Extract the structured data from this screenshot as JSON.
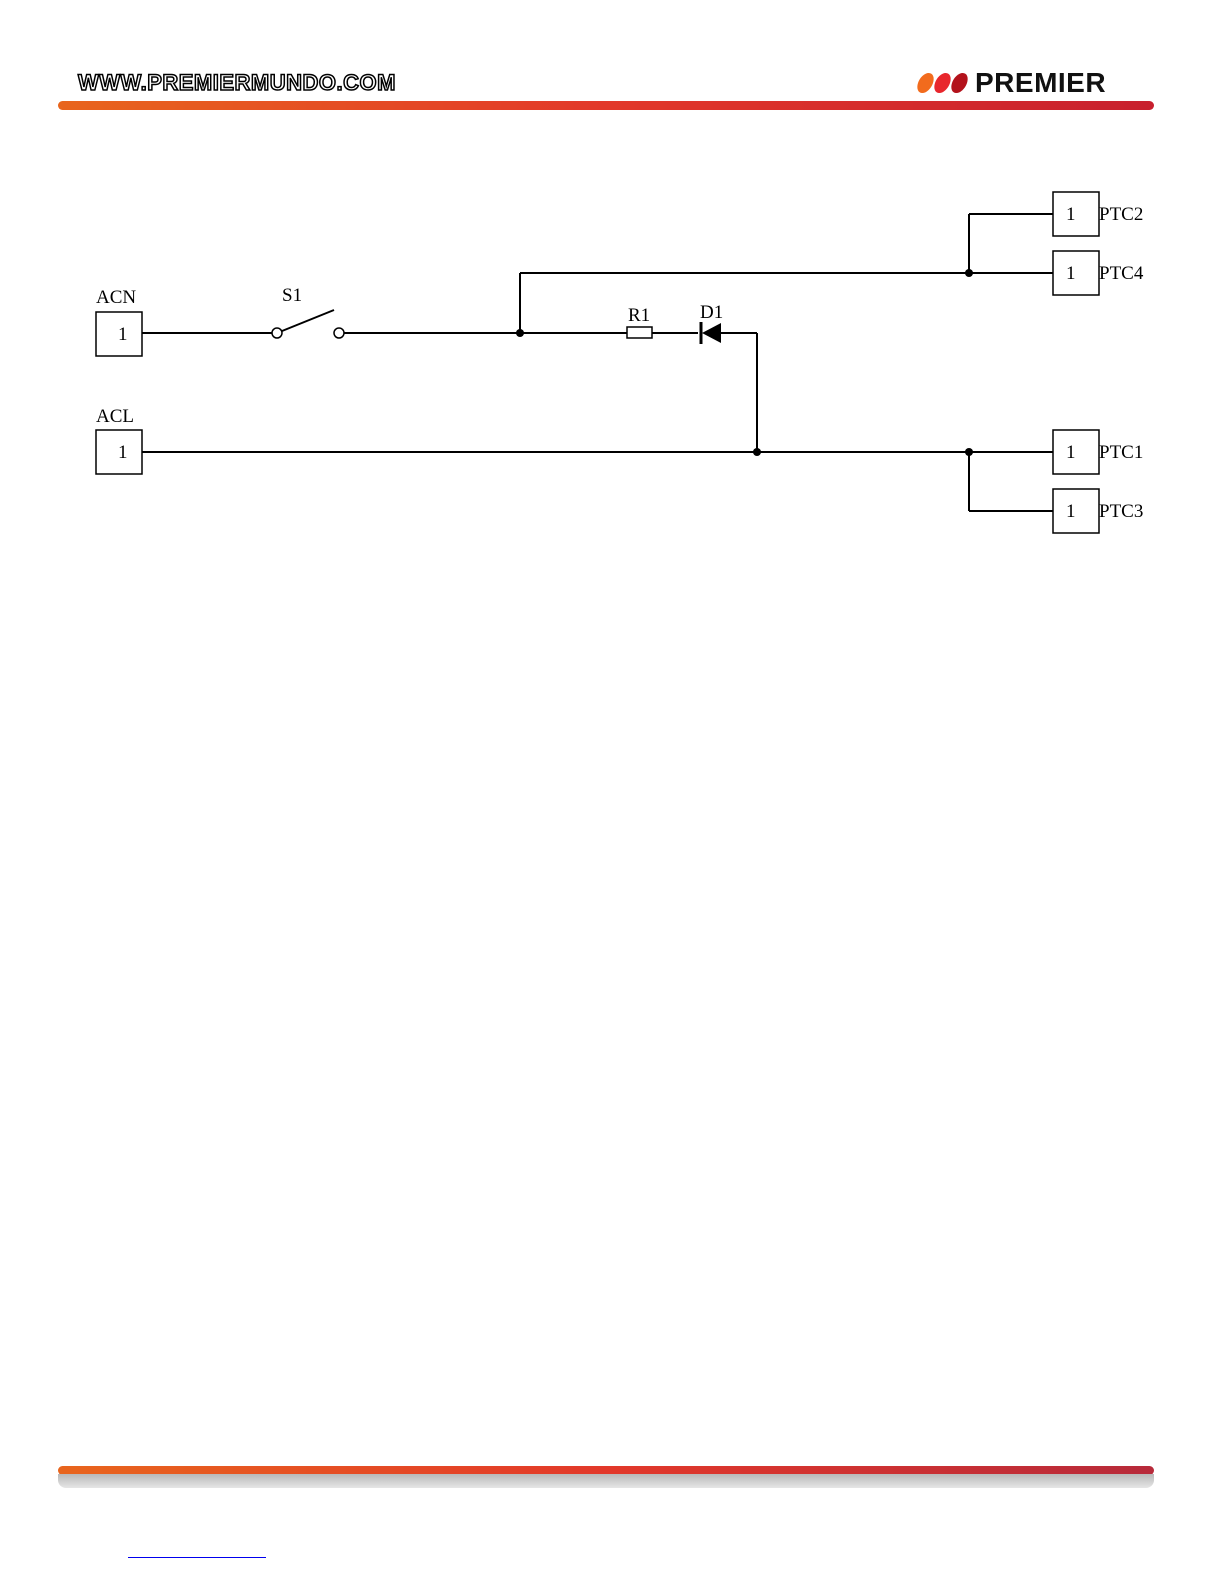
{
  "header": {
    "url": "WWW.PREMIERMUNDO.COM",
    "brand": "PREMIER",
    "brand_dot_colors": [
      "#f26b1d",
      "#e8262c",
      "#b3121b"
    ]
  },
  "schematic": {
    "connectors": {
      "acn": {
        "name": "ACN",
        "pin": "1"
      },
      "acl": {
        "name": "ACL",
        "pin": "1"
      },
      "ptc1": {
        "name": "PTC1",
        "pin": "1"
      },
      "ptc2": {
        "name": "PTC2",
        "pin": "1"
      },
      "ptc3": {
        "name": "PTC3",
        "pin": "1"
      },
      "ptc4": {
        "name": "PTC4",
        "pin": "1"
      }
    },
    "components": {
      "switch": "S1",
      "resistor": "R1",
      "diode": "D1"
    }
  }
}
